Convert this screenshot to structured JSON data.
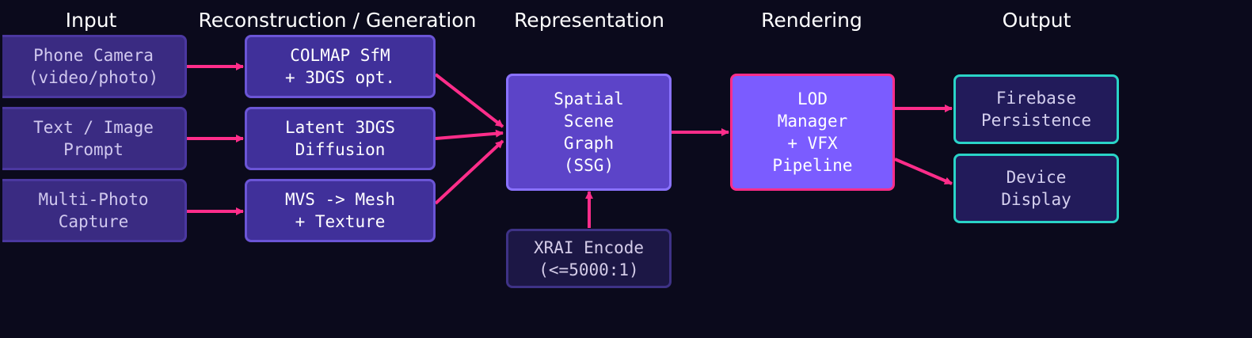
{
  "columns": {
    "input": "Input",
    "reconstruction": "Reconstruction / Generation",
    "representation": "Representation",
    "rendering": "Rendering",
    "output": "Output"
  },
  "nodes": {
    "phone_camera": "Phone Camera\n(video/photo)",
    "text_image_prompt": "Text / Image\nPrompt",
    "multi_photo_capture": "Multi-Photo\nCapture",
    "colmap": "COLMAP SfM\n+ 3DGS opt.",
    "latent_3dgs": "Latent 3DGS\nDiffusion",
    "mvs_mesh": "MVS -> Mesh\n+ Texture",
    "ssg": "Spatial\nScene\nGraph\n(SSG)",
    "xrai_encode": "XRAI Encode\n(<=5000:1)",
    "lod_manager": "LOD\nManager\n+ VFX\nPipeline",
    "firebase": "Firebase\nPersistence",
    "device_display": "Device\nDisplay"
  },
  "colors": {
    "background": "#0b0a1c",
    "edge": "#ff2d8a",
    "input_fill": "#3a2b82",
    "recon_fill": "#40309a",
    "ssg_fill": "#5c44c8",
    "lod_fill": "#7b5cff",
    "lod_border": "#ff2d8a",
    "output_border": "#2ad4c7"
  },
  "edges": [
    [
      "phone_camera",
      "colmap"
    ],
    [
      "text_image_prompt",
      "latent_3dgs"
    ],
    [
      "multi_photo_capture",
      "mvs_mesh"
    ],
    [
      "colmap",
      "ssg"
    ],
    [
      "latent_3dgs",
      "ssg"
    ],
    [
      "mvs_mesh",
      "ssg"
    ],
    [
      "xrai_encode",
      "ssg"
    ],
    [
      "ssg",
      "lod_manager"
    ],
    [
      "lod_manager",
      "firebase"
    ],
    [
      "lod_manager",
      "device_display"
    ]
  ]
}
